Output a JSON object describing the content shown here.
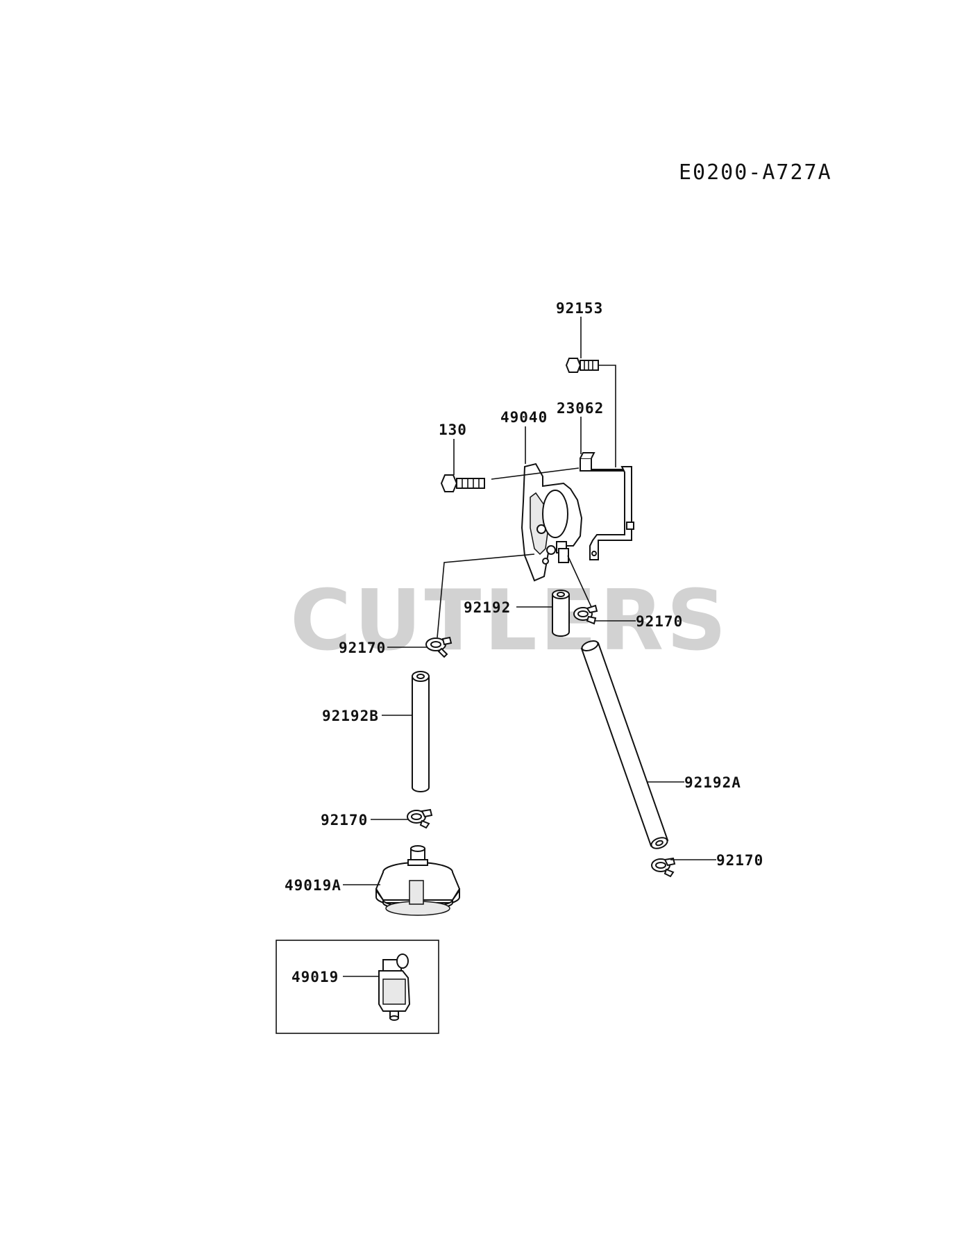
{
  "diagram_code": "E0200-A727A",
  "watermark": "CUTLERS",
  "labels": {
    "l92153": "92153",
    "l23062": "23062",
    "l49040": "49040",
    "l130": "130",
    "l92192": "92192",
    "l92170a": "92170",
    "l92170b": "92170",
    "l92192b": "92192B",
    "l92192a": "92192A",
    "l92170c": "92170",
    "l92170d": "92170",
    "l49019a": "49019A",
    "l49019": "49019"
  }
}
